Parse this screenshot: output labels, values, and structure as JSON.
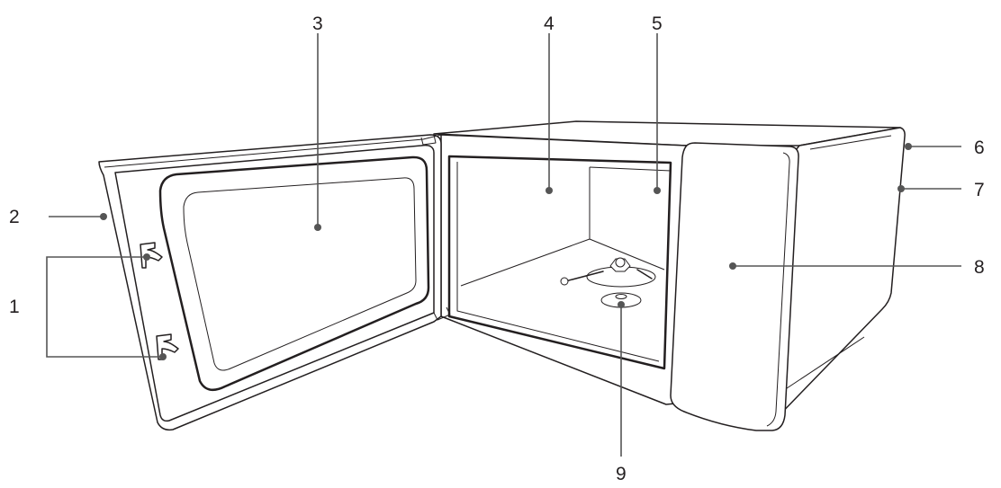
{
  "callouts": [
    {
      "id": "1",
      "label": "1"
    },
    {
      "id": "2",
      "label": "2"
    },
    {
      "id": "3",
      "label": "3"
    },
    {
      "id": "4",
      "label": "4"
    },
    {
      "id": "5",
      "label": "5"
    },
    {
      "id": "6",
      "label": "6"
    },
    {
      "id": "7",
      "label": "7"
    },
    {
      "id": "8",
      "label": "8"
    },
    {
      "id": "9",
      "label": "9"
    }
  ],
  "colors": {
    "line": "#231f20",
    "leader": "#555555",
    "background": "#ffffff"
  }
}
